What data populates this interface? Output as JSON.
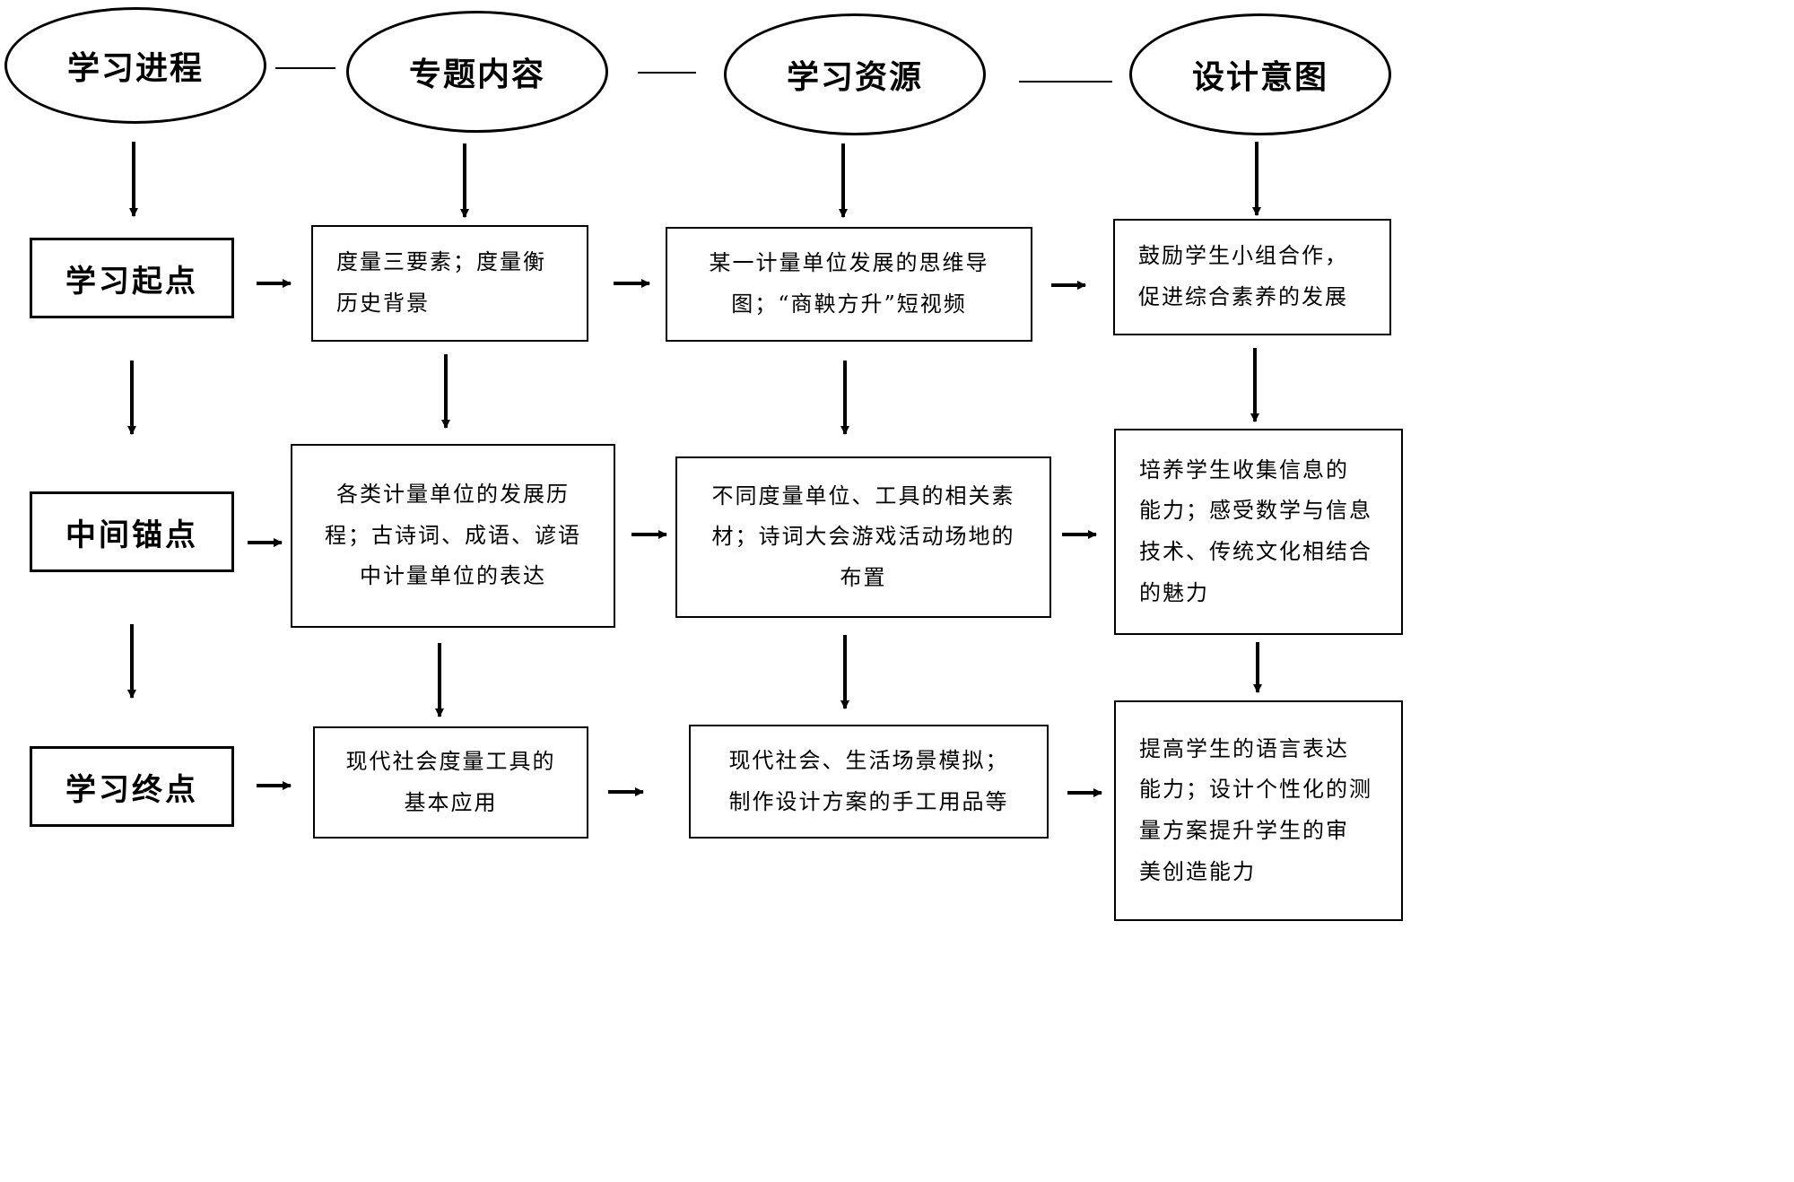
{
  "headers": [
    {
      "id": "progress",
      "label": "学习进程"
    },
    {
      "id": "content",
      "label": "专题内容"
    },
    {
      "id": "resources",
      "label": "学习资源"
    },
    {
      "id": "intent",
      "label": "设计意图"
    }
  ],
  "stages": [
    {
      "id": "start",
      "label": "学习起点"
    },
    {
      "id": "middle",
      "label": "中间锚点"
    },
    {
      "id": "end",
      "label": "学习终点"
    }
  ],
  "content": [
    "度量三要素；度量衡\n历史背景",
    "各类计量单位的发展历\n程；古诗词、成语、谚语\n中计量单位的表达",
    "现代社会度量工具的\n基本应用"
  ],
  "resources": [
    "某一计量单位发展的思维导\n图；“商鞅方升”短视频",
    "不同度量单位、工具的相关素\n材；诗词大会游戏活动场地的\n布置",
    "现代社会、生活场景模拟；\n制作设计方案的手工用品等"
  ],
  "intent": [
    "鼓励学生小组合作，\n促进综合素养的发展",
    "培养学生收集信息的\n能力；感受数学与信息\n技术、传统文化相结合\n的魅力",
    "提高学生的语言表达\n能力；设计个性化的测\n量方案提升学生的审\n美创造能力"
  ]
}
